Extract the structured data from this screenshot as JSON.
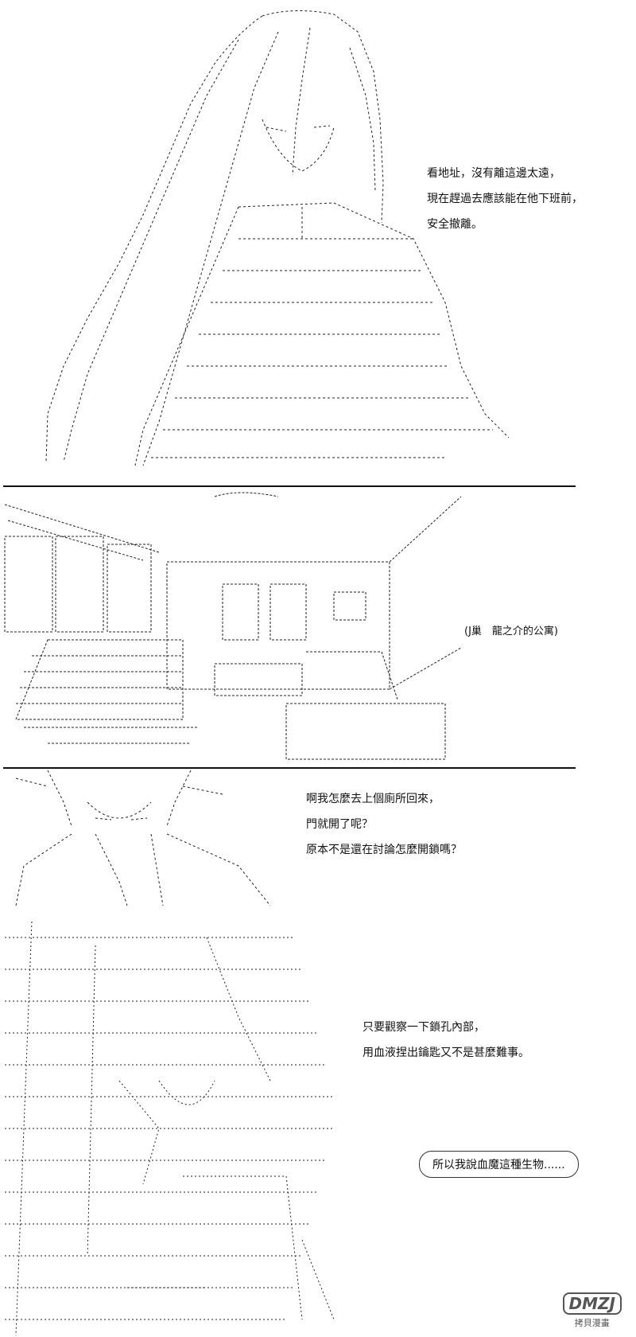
{
  "panels": [
    {
      "id": "panel-1",
      "lines": [
        "看地址，沒有離這邊太遠，",
        "現在趕過去應該能在他下班前，",
        "安全撤離。"
      ]
    },
    {
      "id": "panel-2",
      "caption": "(J巢　龍之介的公寓)"
    },
    {
      "id": "panel-3",
      "lines": [
        "啊我怎麼去上個廁所回來，",
        "門就開了呢？",
        "原本不是還在討論怎麼開鎖嗎？"
      ]
    },
    {
      "id": "panel-4",
      "lines": [
        "只要觀察一下鎖孔內部，",
        "用血液捏出鑰匙又不是甚麼難事。"
      ],
      "bubble": "所以我說血魔這種生物......"
    }
  ],
  "watermark": {
    "logo": "DMZJ",
    "text": "拷貝漫畫"
  }
}
